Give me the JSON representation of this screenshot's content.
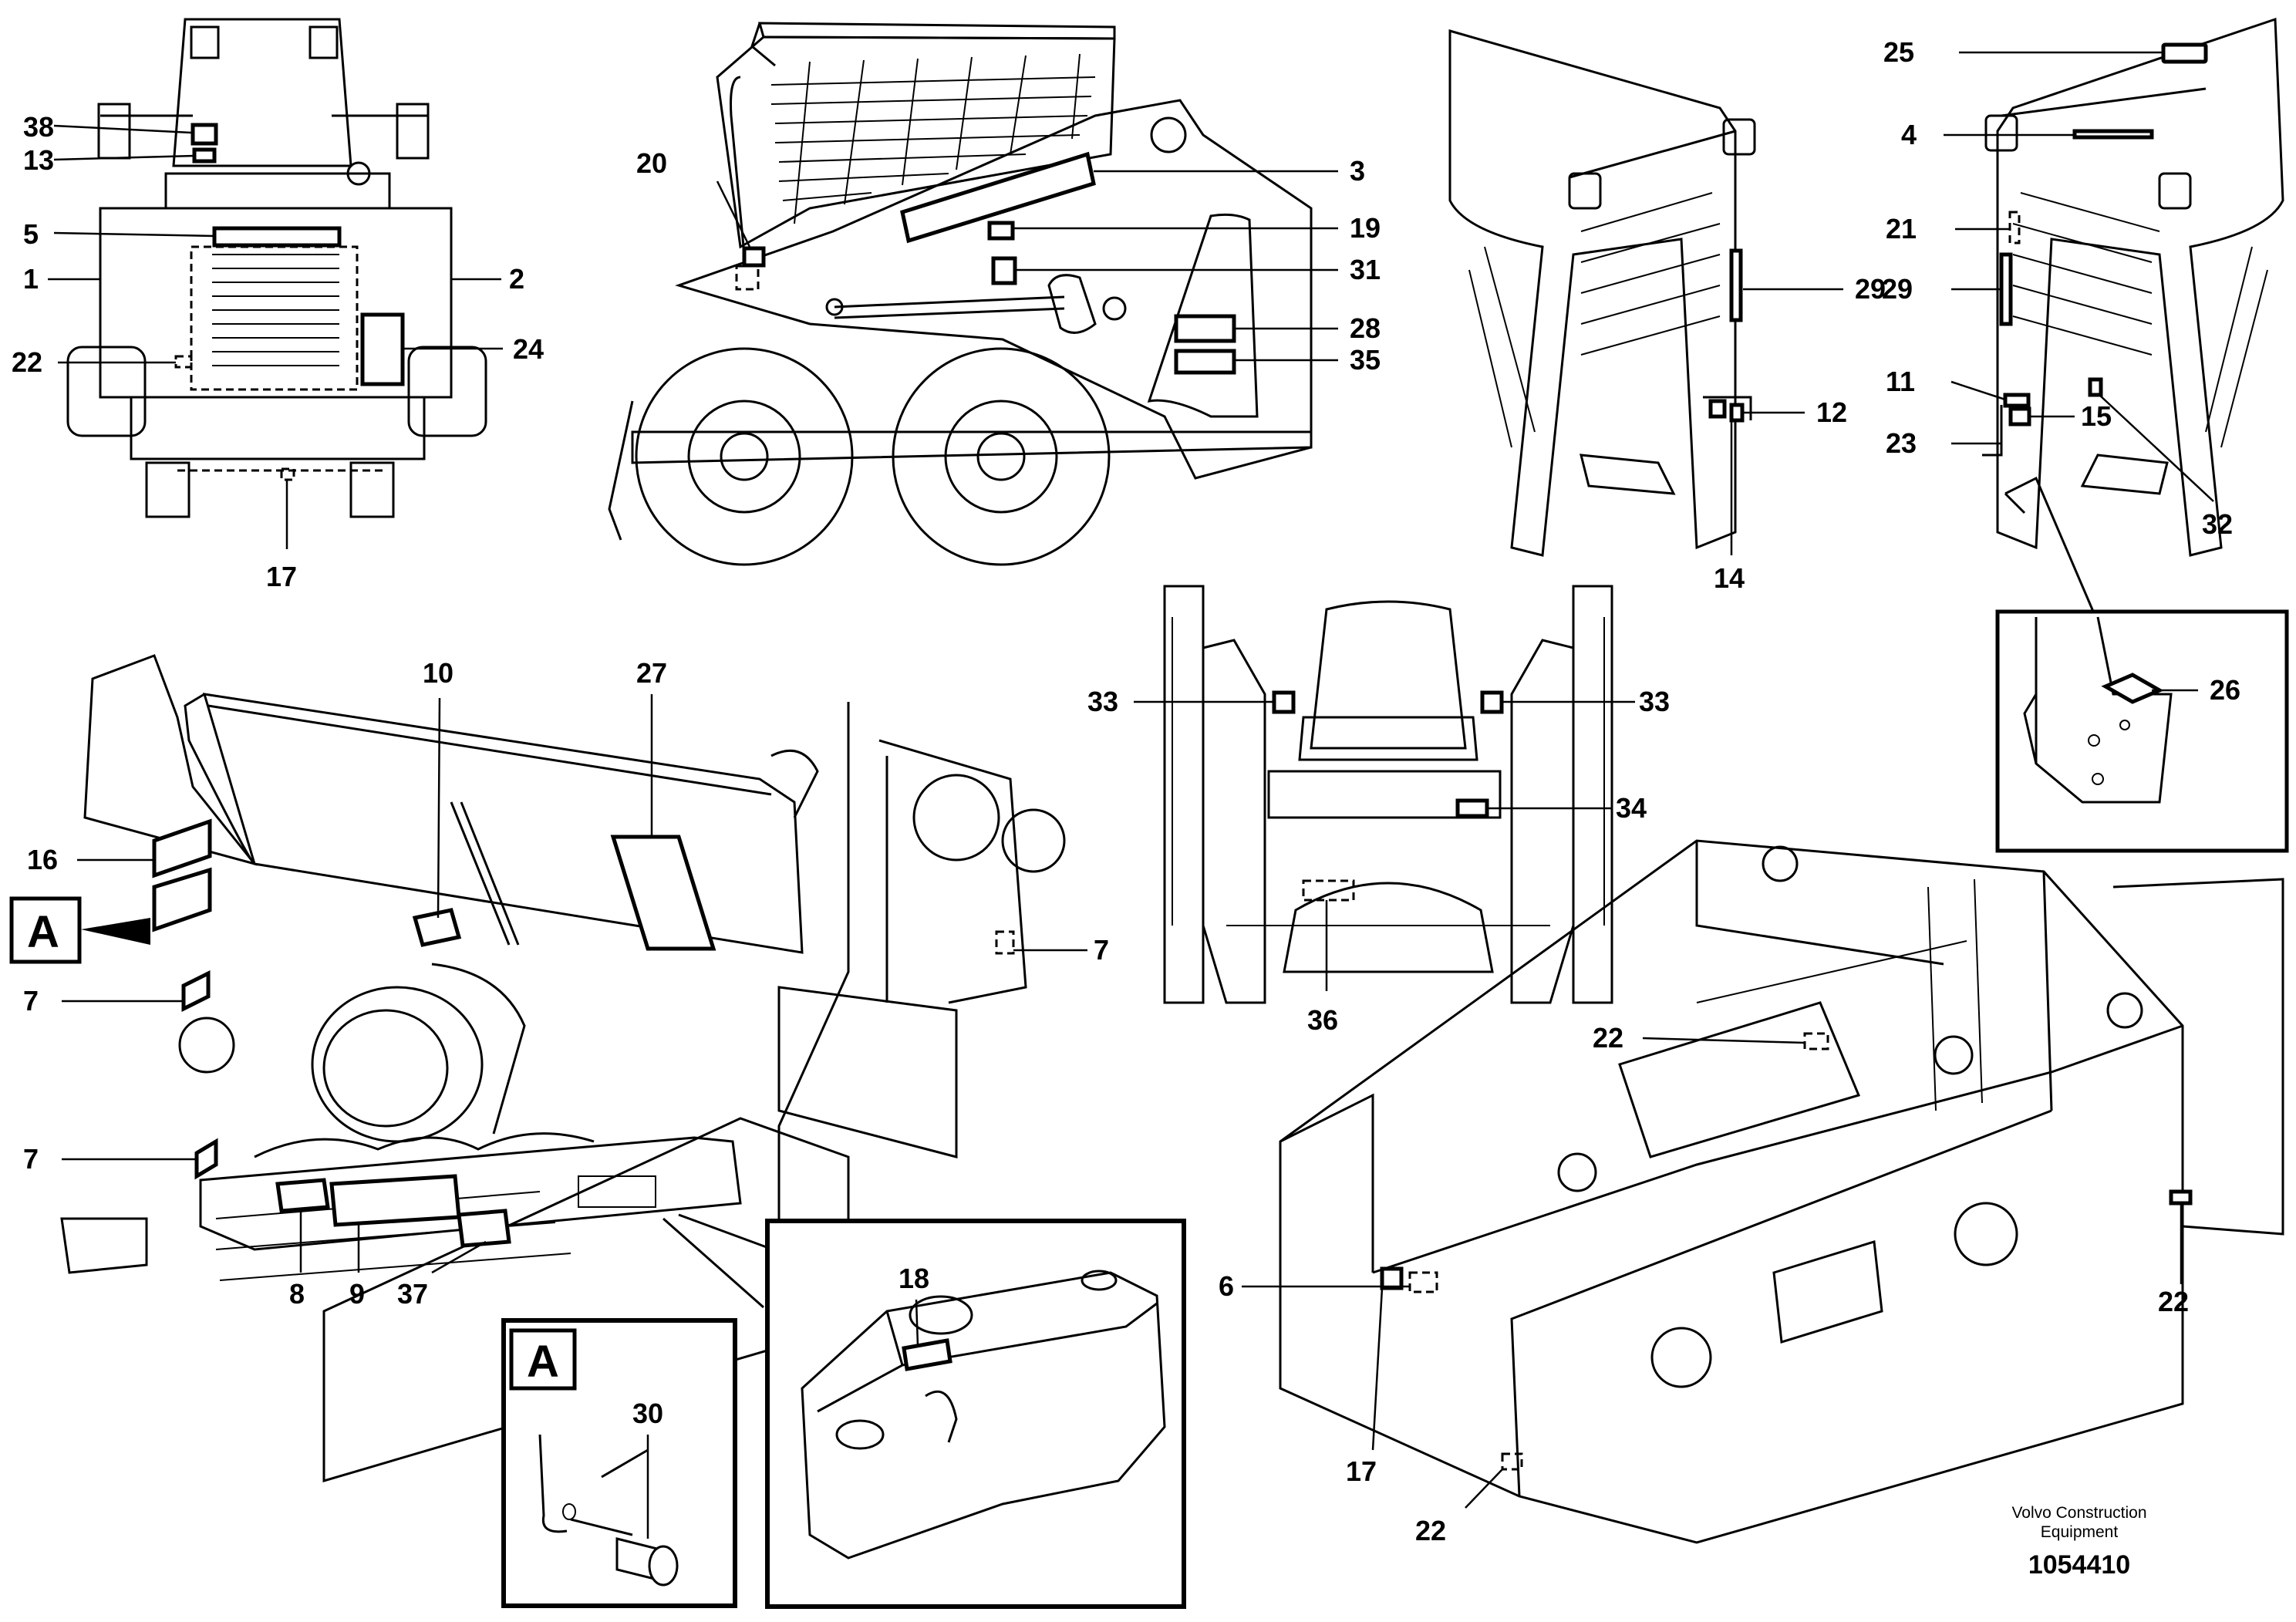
{
  "callouts": {
    "n1": "1",
    "n2": "2",
    "n3": "3",
    "n4": "4",
    "n5": "5",
    "n6": "6",
    "n7": "7",
    "n8": "8",
    "n9": "9",
    "n10": "10",
    "n11": "11",
    "n12": "12",
    "n13": "13",
    "n14": "14",
    "n15": "15",
    "n16": "16",
    "n17": "17",
    "n18": "18",
    "n19": "19",
    "n20": "20",
    "n21": "21",
    "n22": "22",
    "n23": "23",
    "n24": "24",
    "n25": "25",
    "n26": "26",
    "n27": "27",
    "n28": "28",
    "n29": "29",
    "n30": "30",
    "n31": "31",
    "n32": "32",
    "n33": "33",
    "n34": "34",
    "n35": "35",
    "n36": "36",
    "n37": "37",
    "n38": "38"
  },
  "detail": {
    "label": "A"
  },
  "footer": {
    "company_line1": "Volvo Construction",
    "company_line2": "Equipment",
    "drawing_number": "1054410"
  }
}
